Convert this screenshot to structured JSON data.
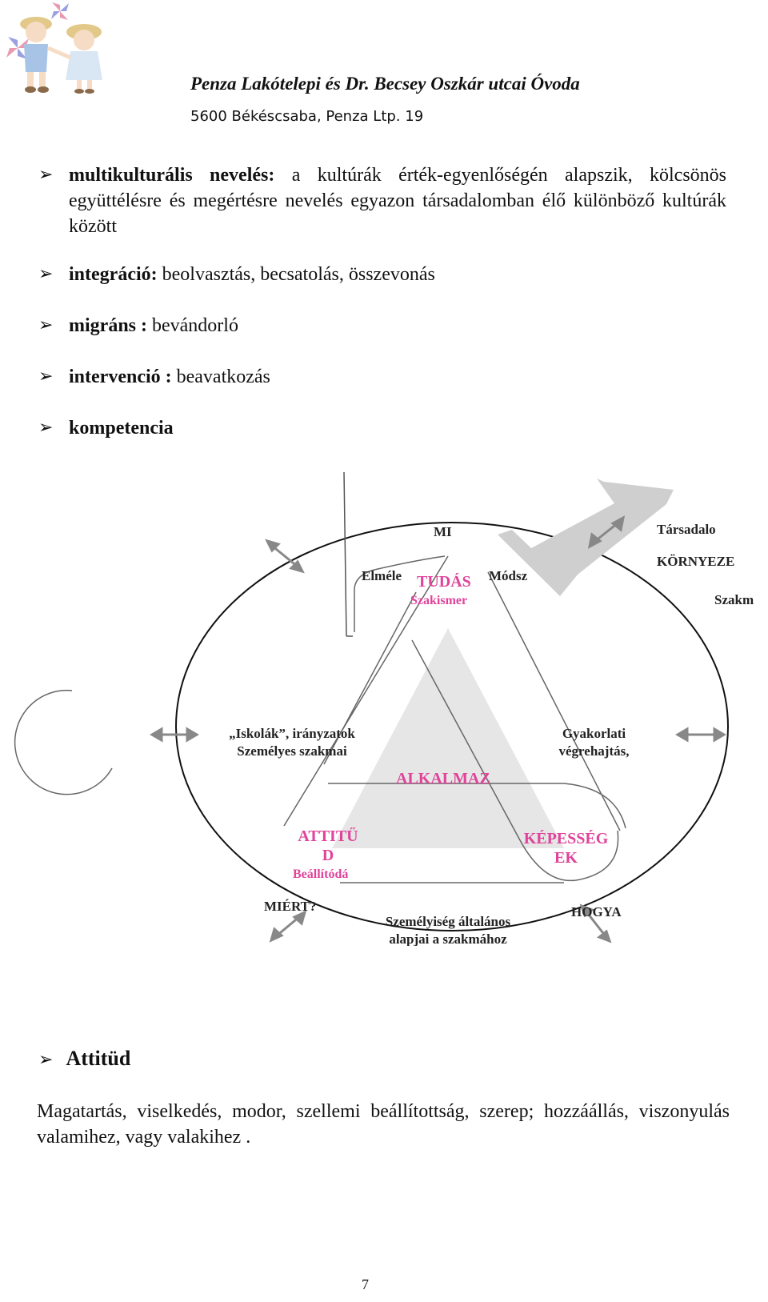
{
  "header": {
    "title": "Penza Lakótelepi és Dr. Becsey Oszkár utcai Óvoda",
    "address": "5600 Békéscsaba, Penza Ltp. 19",
    "logo_icon": "children-pinwheel-logo"
  },
  "bullets": [
    {
      "term": "multikulturális nevelés:",
      "text": " a kultúrák érték-egyenlőségén alapszik, kölcsönös együttélésre és megértésre nevelés egyazon társadalomban élő különböző kultúrák között"
    },
    {
      "term": "integráció:",
      "text": " beolvasztás, becsatolás, összevonás"
    },
    {
      "term": "migráns :",
      "text": " bevándorló"
    },
    {
      "term": "intervenció :",
      "text": " beavatkozás"
    },
    {
      "term": "kompetencia",
      "text": ""
    }
  ],
  "bullet_mark": "➢",
  "diagram": {
    "labels": {
      "mi": "MI",
      "elmelet": "Elméle",
      "tudas": "TUDÁS",
      "szakismeret": "Szakismer",
      "modszer": "Módsz",
      "tarsadalom": "Társadalo",
      "kornyezet": "KÖRNYEZE",
      "szakma": "Szakm",
      "iskolak": "„Iskolák”, irányzatok",
      "szemelyes": "Személyes szakmai",
      "gyakorlati": "Gyakorlati",
      "vegrehajtas": "végrehajtás,",
      "alkalmaz": "ALKALMAZ",
      "attitud_1": "ATTITŰ",
      "attitud_2": "D",
      "beallitodas": "Beállítódá",
      "kepesseg_1": "KÉPESSÉG",
      "kepesseg_2": "EK",
      "miert": "MIÉRT?",
      "szemelyiseg_1": "Személyiség általános",
      "szemelyiseg_2": "alapjai a szakmához",
      "hogyan": "HOGYA"
    },
    "colors": {
      "accent_pink": "#e0439a",
      "triangle_fill": "#e6e6e6",
      "arrow_fill": "#cfcfcf",
      "line": "#555555"
    }
  },
  "attitud": {
    "title": "Attitüd",
    "definition": "Magatartás, viselkedés, modor, szellemi beállítottság, szerep; hozzáállás, viszonyulás valamihez, vagy valakihez ."
  },
  "page_number": "7"
}
